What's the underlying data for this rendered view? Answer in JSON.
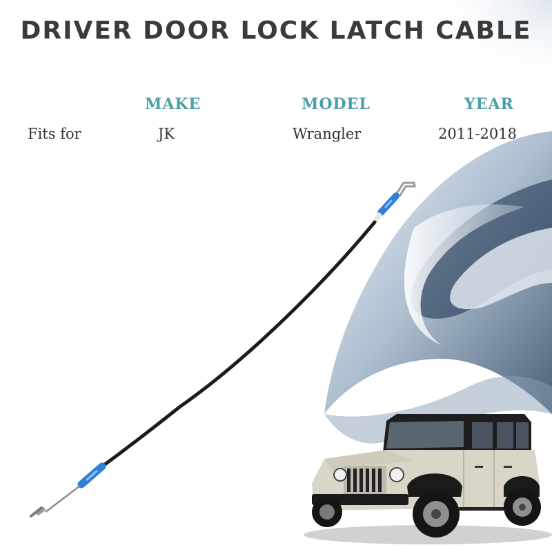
{
  "title": "DRIVER DOOR LOCK LATCH CABLE",
  "fitment": {
    "row_label": "Fits for",
    "headers": [
      "MAKE",
      "MODEL",
      "YEAR"
    ],
    "values": [
      "JK",
      "Wrangler",
      "2011-2018"
    ]
  },
  "colors": {
    "title": "#3a3a3a",
    "header_accent": "#4aa0a6",
    "cable": "#1c1c1c",
    "cable_sleeve": "#2f7fd6",
    "vehicle_body": "#d9d6c8"
  },
  "images": {
    "product": "door-latch-cable-photo",
    "vehicle": "jeep-wrangler-photo",
    "background": "abstract-blue-swirl"
  }
}
